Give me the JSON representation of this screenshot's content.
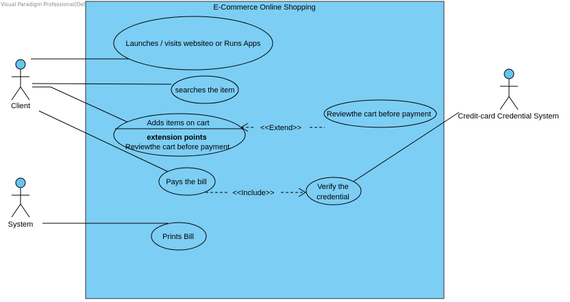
{
  "watermark": "Visual Paradigm Professional(DeliSer(Bas College))",
  "system_boundary": {
    "title": "E-Commerce Online Shopping",
    "fill": "#7ccef5"
  },
  "actors": {
    "client": "Client",
    "system": "System",
    "credit_card": "Credit-card Credential System",
    "head_color": "#66c4ee"
  },
  "use_cases": {
    "launch": "Launches / visits websiteo or Runs Apps",
    "search": "searches the item",
    "add_cart": {
      "title": "Adds items on cart",
      "ext_heading": "extension points",
      "ext_point": "Reviewthe cart before payment"
    },
    "review_cart": "Reviewthe cart before payment",
    "pay": "Pays the bill",
    "verify": {
      "line1": "Verify the",
      "line2": "credential"
    },
    "print": "Prints Bill"
  },
  "relationships": {
    "extend": "<<Extend>>",
    "include": "<<Include>>"
  }
}
